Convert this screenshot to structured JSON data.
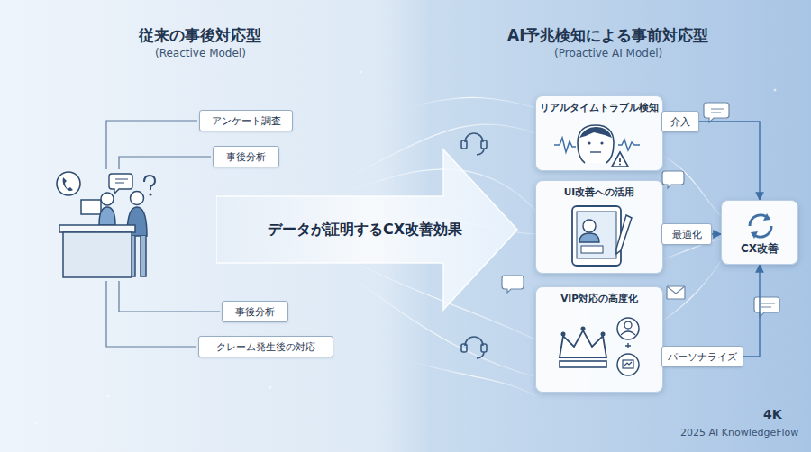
{
  "diagram": {
    "nodes": [
      {
        "text": [
          "アンケート調査"
        ]
      },
      {
        "text": [
          "事後分析"
        ]
      },
      {
        "text": [
          "事後分析"
        ]
      },
      {
        "text": [
          "クレーム発生後の対応"
        ]
      },
      {
        "text": [
          "データが証明するCX改善効果"
        ]
      },
      {
        "text": [
          "リアルタイムトラブル検知"
        ]
      },
      {
        "text": [
          "介入"
        ]
      },
      {
        "text": [
          "UI改善への活用"
        ]
      },
      {
        "text": [
          "最適化"
        ]
      },
      {
        "text": [
          "VIP対応の高度化"
        ]
      },
      {
        "text": [
          "パーソナライズ"
        ]
      },
      {
        "text": [
          "CX改善"
        ]
      }
    ],
    "edges": [
      {
        "from": 5,
        "to": 6,
        "arrow": "none"
      },
      {
        "from": 7,
        "to": 8,
        "arrow": "none"
      },
      {
        "from": 9,
        "to": 10,
        "arrow": "none"
      },
      {
        "from": 6,
        "to": 11,
        "arrow": "to"
      },
      {
        "from": 8,
        "to": 11,
        "arrow": "to"
      },
      {
        "from": 10,
        "to": 11,
        "arrow": "to"
      }
    ],
    "labels": [
      "従来の事後対応型",
      "(Reactive Model)",
      "AI予兆検知による事前対応型",
      "(Proactive AI Model)",
      "4K",
      "2025 AI KnowledgeFlow"
    ]
  }
}
